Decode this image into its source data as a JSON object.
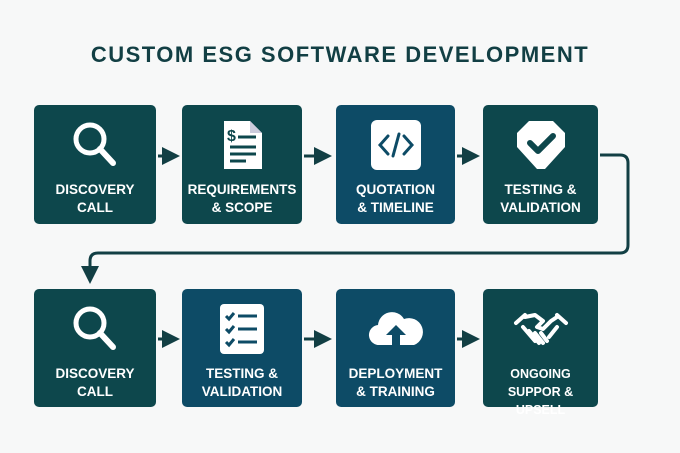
{
  "title": "CUSTOM ESG SOFTWARE DEVELOPMENT",
  "colors": {
    "teal": "#0d474c",
    "blue": "#0d4b66",
    "title": "#123f44"
  },
  "steps": [
    {
      "line1": "DISCOVERY",
      "line2": "CALL",
      "icon": "magnifier-icon"
    },
    {
      "line1": "REQUIREMENTS",
      "line2": "& SCOPE",
      "icon": "invoice-document-icon"
    },
    {
      "line1": "QUOTATION",
      "line2": "& TIMELINE",
      "icon": "code-icon"
    },
    {
      "line1": "TESTING &",
      "line2": "VALIDATION",
      "icon": "shield-check-icon"
    },
    {
      "line1": "DISCOVERY",
      "line2": "CALL",
      "icon": "magnifier-icon"
    },
    {
      "line1": "TESTING &",
      "line2": "VALIDATION",
      "icon": "checklist-icon"
    },
    {
      "line1": "DEPLOYMENT",
      "line2": "& TRAINING",
      "icon": "cloud-upload-icon"
    },
    {
      "line1": "ONGOING",
      "line2": "SUPPOR & UPSELL",
      "icon": "handshake-icon"
    }
  ]
}
